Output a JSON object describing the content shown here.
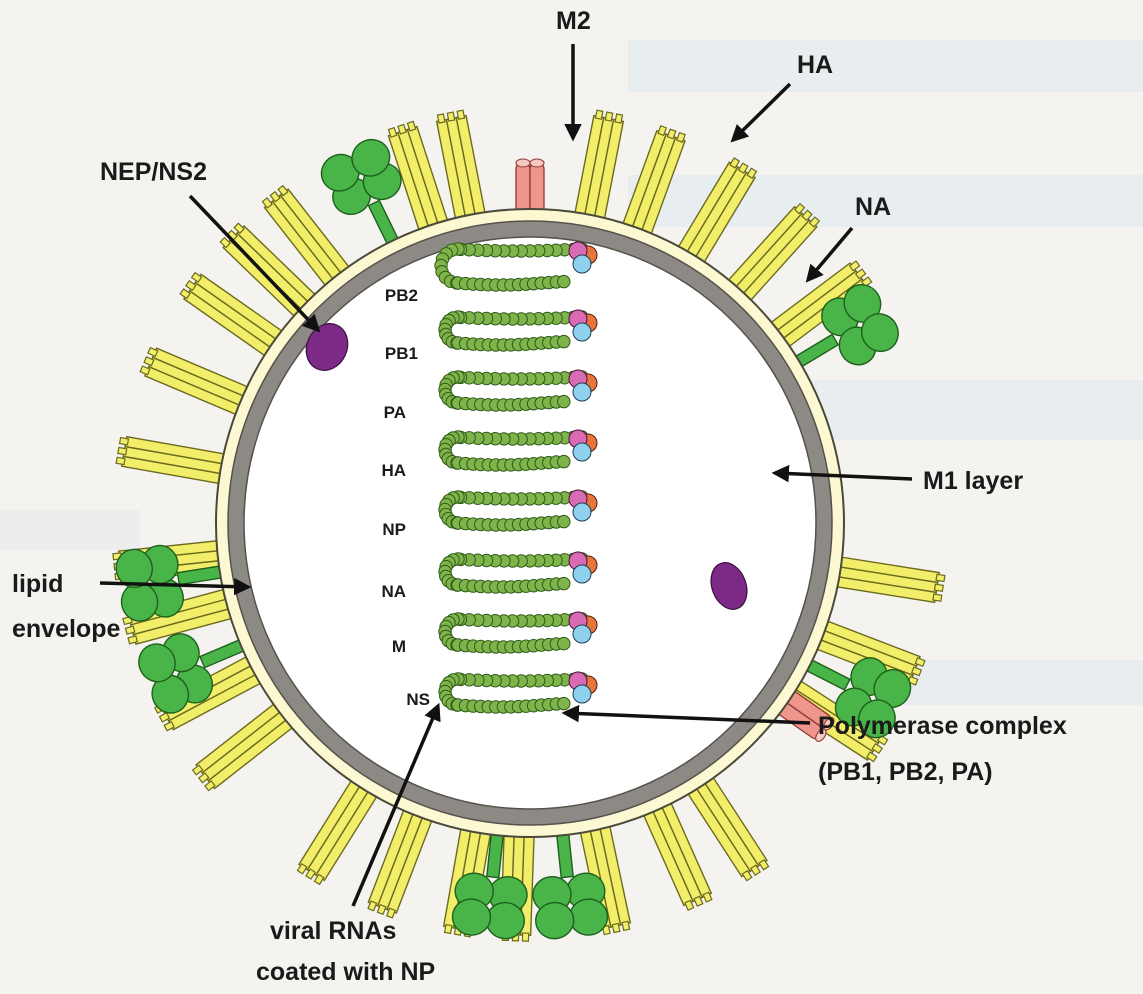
{
  "labels": {
    "m2": "M2",
    "ha": "HA",
    "na": "NA",
    "nep": "NEP/NS2",
    "m1": "M1 layer",
    "lipid_line1": "lipid",
    "lipid_line2": "envelope",
    "polymerase_line1": "Polymerase complex",
    "polymerase_line2": "(PB1, PB2, PA)",
    "rna_line1": "viral RNAs",
    "rna_line2": "coated with NP"
  },
  "segments": [
    "PB2",
    "PB1",
    "PA",
    "HA",
    "NP",
    "NA",
    "M",
    "NS"
  ],
  "colors": {
    "ha_spike": "#f2ee6a",
    "ha_stroke": "#6b6a1e",
    "na_spike": "#49b548",
    "na_stroke": "#1f5f1e",
    "m2_channel": "#f0958c",
    "m1_layer": "#8d8a85",
    "lipid": "#fbf8d2",
    "nep": "#7c2a86",
    "rna_bead": "#7fb44a",
    "pol_pink": "#d96bb5",
    "pol_orange": "#e8763a",
    "pol_blue": "#8fd0ee"
  }
}
